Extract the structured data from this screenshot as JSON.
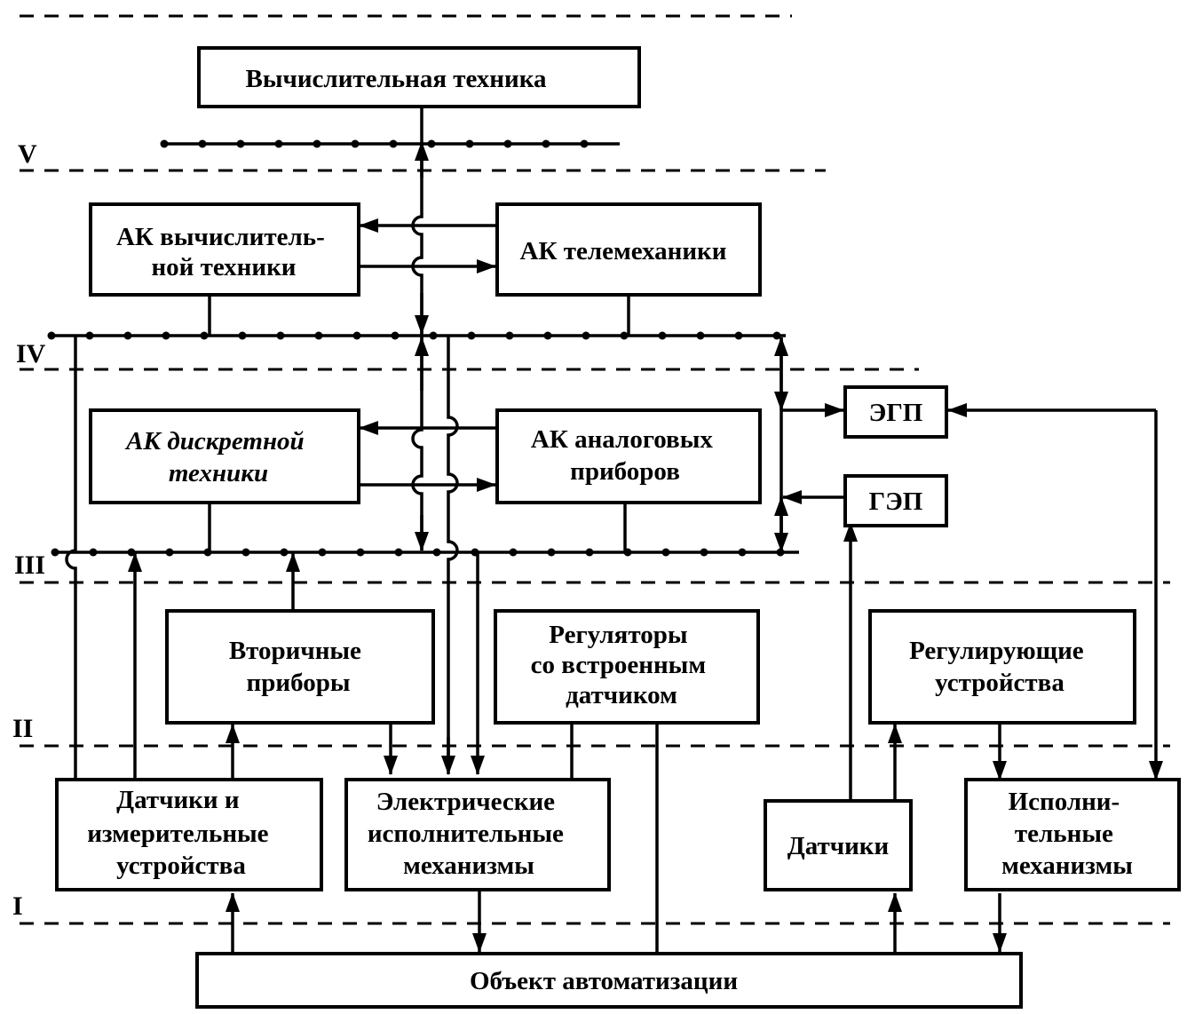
{
  "blocks": {
    "computing": [
      "Вычислительная техника"
    ],
    "ak_computing": [
      "АК вычислитель-",
      "ной техники"
    ],
    "ak_telemech": [
      "АК телемеханики"
    ],
    "ak_discrete": [
      "АК дискретной",
      "техники"
    ],
    "ak_analog": [
      "АК аналоговых",
      "приборов"
    ],
    "egp": [
      "ЭГП"
    ],
    "gep": [
      "ГЭП"
    ],
    "secondary": [
      "Вторичные",
      "приборы"
    ],
    "regulators": [
      "Регуляторы",
      "со встроенным",
      "датчиком"
    ],
    "regulating": [
      "Регулирующие",
      "устройства"
    ],
    "sensors_meas": [
      "Датчики и",
      "измерительные",
      "устройства"
    ],
    "electric_act": [
      "Электрические",
      "исполнительные",
      "механизмы"
    ],
    "sensors": [
      "Датчики"
    ],
    "actuators": [
      "Исполни-",
      "тельные",
      "механизмы"
    ],
    "object": [
      "Объект автоматизации"
    ]
  },
  "levels": {
    "V": "V",
    "IV": "IV",
    "III": "III",
    "II": "II",
    "I": "I"
  }
}
